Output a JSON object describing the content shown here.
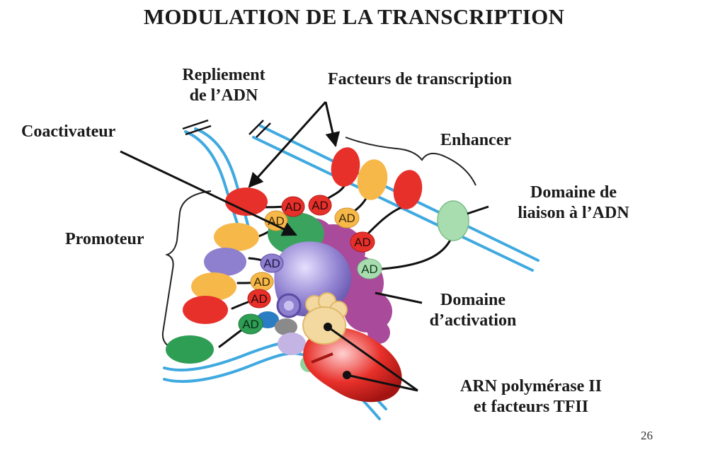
{
  "title": "MODULATION DE LA TRANSCRIPTION",
  "labels": {
    "repliement_line1": "Repliement",
    "repliement_line2": "de l’ADN",
    "facteurs": "Facteurs de transcription",
    "coactivateur": "Coactivateur",
    "enhancer": "Enhancer",
    "domaine_liaison_line1": "Domaine de",
    "domaine_liaison_line2": "liaison à l’ADN",
    "promoteur": "Promoteur",
    "domaine_activation_line1": "Domaine",
    "domaine_activation_line2": "d’activation",
    "arn_line1": "ARN polymérase II",
    "arn_line2": "et facteurs TFII"
  },
  "ad_label": "AD",
  "page_number": "26",
  "colors": {
    "dna": "#3fa9e0",
    "red": "#e8302a",
    "yellow": "#f7b84a",
    "green": "#2e9e55",
    "light_green": "#a8ddb0",
    "purple": "#8e7fcf",
    "magenta": "#a94a9a",
    "coactivator": "#3aa35e"
  }
}
